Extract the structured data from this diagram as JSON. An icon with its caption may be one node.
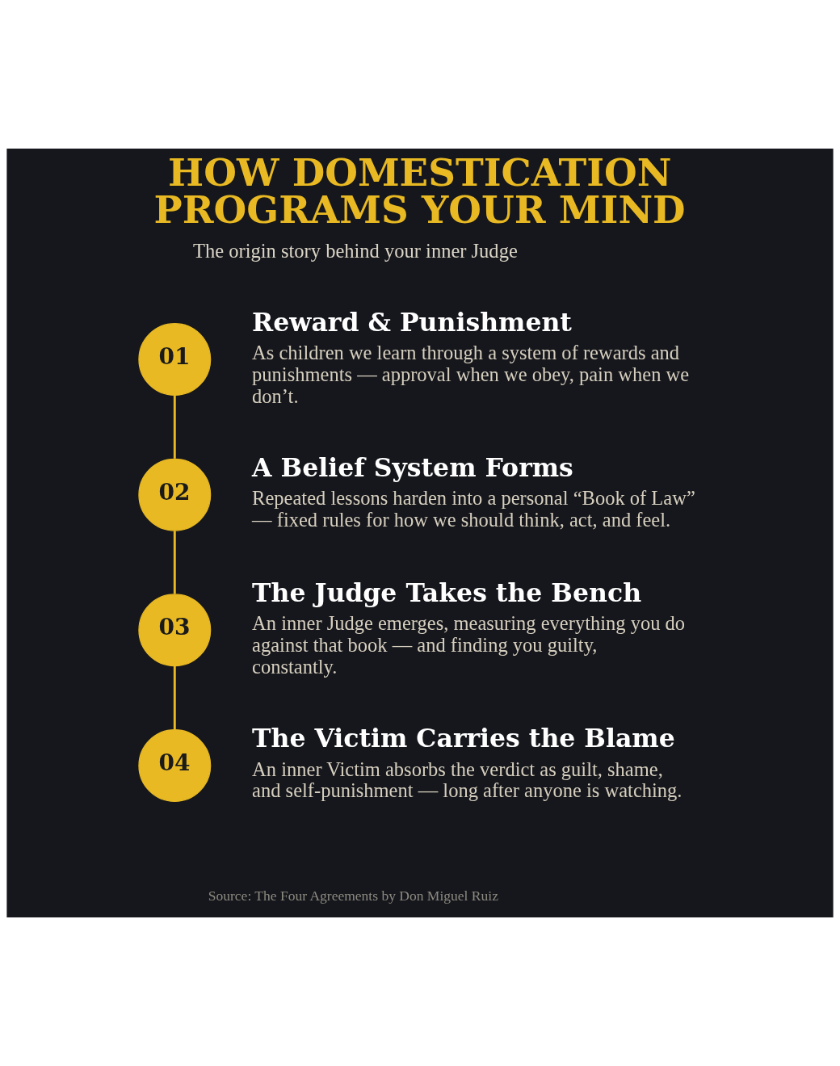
{
  "diagram": {
    "title": "HOW DOMESTICATION PROGRAMS YOUR MIND",
    "caption": "Source: The Four Agreements by Don Miguel Ruiz",
    "nodes": [
      {
        "text": [
          "01"
        ],
        "beside": [
          "Reward & Punishment",
          "As children we learn through a system of rewards and punishments — approval when we obey, pain when we don’t."
        ]
      },
      {
        "text": [
          "02"
        ],
        "beside": [
          "A Belief System Forms",
          "Repeated lessons harden into a personal “Book of Law” — fixed rules for how we should think, act, and feel."
        ]
      },
      {
        "text": [
          "03"
        ],
        "beside": [
          "The Judge Takes the Bench",
          "An inner Judge emerges, measuring everything you do against that book — and finding you guilty, constantly."
        ]
      },
      {
        "text": [
          "04"
        ],
        "beside": [
          "The Victim Carries the Blame",
          "An inner Victim absorbs the verdict as guilt, shame, and self-punishment — long after anyone is watching."
        ]
      }
    ],
    "edges": [
      {
        "from": 0,
        "to": 1,
        "arrow": "none"
      },
      {
        "from": 1,
        "to": 2,
        "arrow": "none"
      },
      {
        "from": 2,
        "to": 3,
        "arrow": "none"
      }
    ],
    "labels": [
      "The origin story behind your inner Judge"
    ]
  }
}
